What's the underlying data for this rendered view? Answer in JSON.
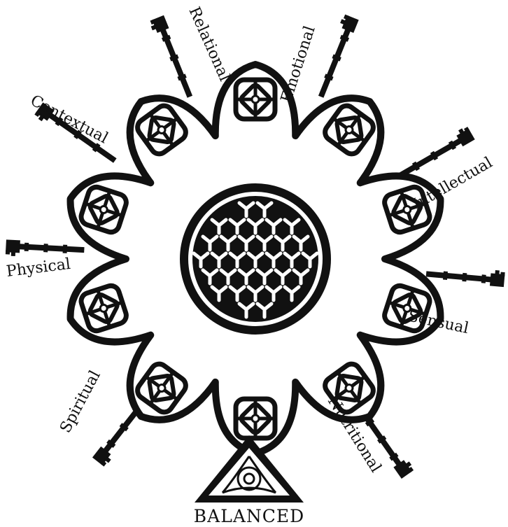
{
  "labels": {
    "relational": "Relational",
    "emotional": "Emotional",
    "contextual": "Contextual",
    "intellectual": "Intellectual",
    "physical": "Physical",
    "sensual": "Sensual",
    "spiritual": "Spiritual",
    "nutritional": "Nutritional",
    "balanced": "BALANCED"
  },
  "colors": {
    "ink": "#111111",
    "paper": "#ffffff"
  },
  "icons": {
    "key": "key-icon",
    "knot": "celtic-knot-icon",
    "triquetra": "triquetra-icon"
  }
}
